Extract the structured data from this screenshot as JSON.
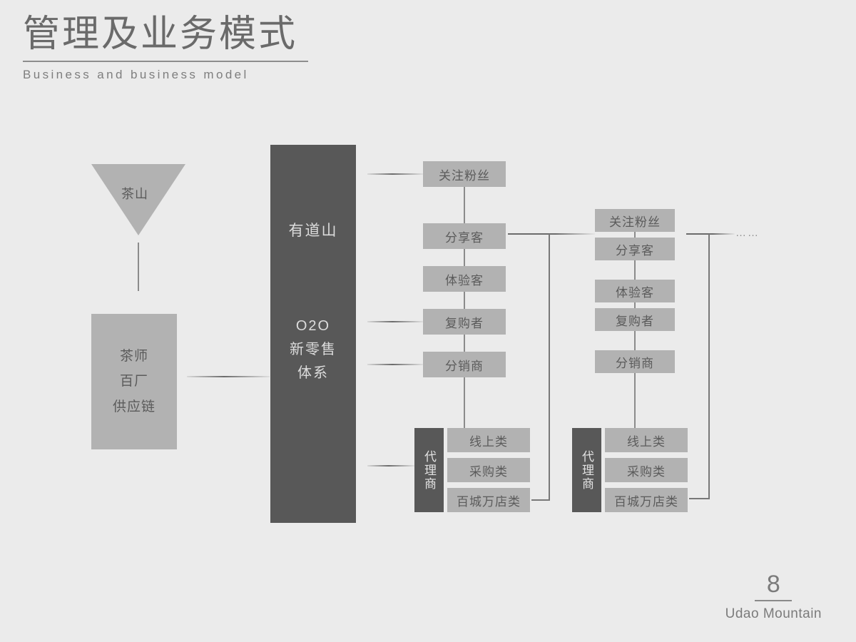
{
  "header": {
    "title_cn": "管理及业务模式",
    "title_en": "Business and business model"
  },
  "diagram": {
    "source": {
      "triangle_label": "茶山",
      "supply_lines": [
        "茶师",
        "百厂",
        "供应链"
      ]
    },
    "hub": {
      "top_label": "有道山",
      "bottom_lines": [
        "O2O",
        "新零售",
        "体系"
      ]
    },
    "tier1": {
      "nodes": [
        "关注粉丝",
        "分享客",
        "体验客",
        "复购者",
        "分销商"
      ],
      "agent_label": "代理商",
      "agent_items": [
        "线上类",
        "采购类",
        "百城万店类"
      ]
    },
    "tier2": {
      "nodes": [
        "关注粉丝",
        "分享客",
        "体验客",
        "复购者",
        "分销商"
      ],
      "agent_label": "代理商",
      "agent_items": [
        "线上类",
        "采购类",
        "百城万店类"
      ],
      "continuation": "……"
    }
  },
  "footer": {
    "page_number": "8",
    "brand": "Udao Mountain"
  },
  "colors": {
    "background": "#ebebeb",
    "node_fill": "#b2b2b2",
    "dark_fill": "#585858",
    "text": "#5b5b5b",
    "line": "#787878"
  }
}
